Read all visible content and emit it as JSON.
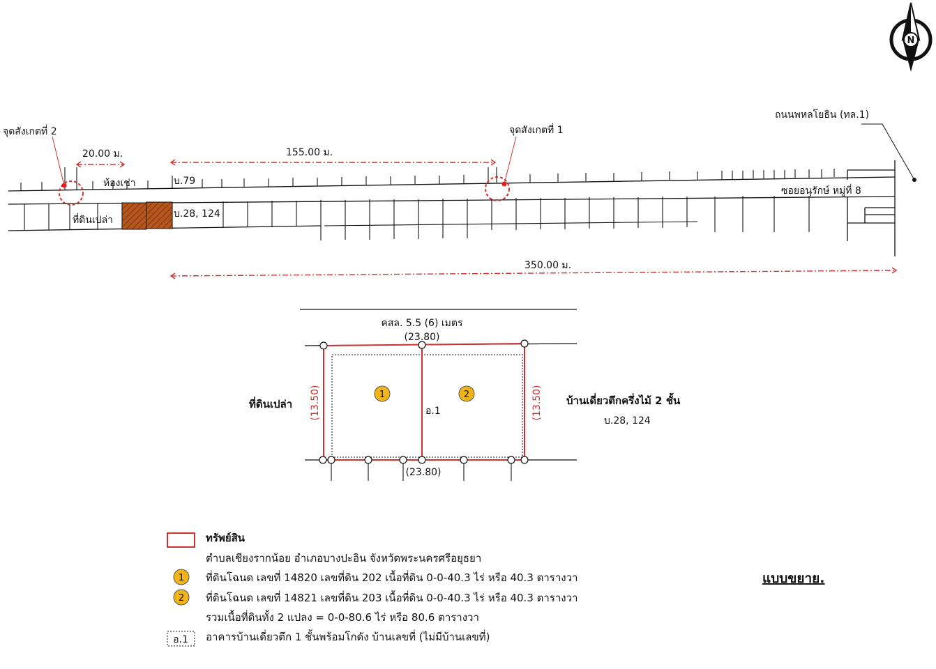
{
  "compass": {
    "letter": "N"
  },
  "road": {
    "highway": "ถนนพหลโยธิน (ทล.1)",
    "soi": "ซอยอนุรักษ์ หมู่ที่ 8"
  },
  "landmarks": {
    "point2": "จุดสังเกตที่ 2",
    "point1": "จุดสังเกตที่ 1"
  },
  "distances": {
    "d20": "20.00 ม.",
    "d155": "155.00 ม.",
    "d350": "350.00 ม."
  },
  "strip_labels": {
    "rental_room": "ห้องเช่า",
    "house_79": "บ.79",
    "vacant_land": "ที่ดินเปล่า",
    "house_28_124": "บ.28, 124"
  },
  "detail": {
    "road_label": "คสล. 5.5 (6) เมตร",
    "top_width": "(23.80)",
    "bottom_width": "(23.80)",
    "left_depth": "(13.50)",
    "right_depth": "(13.50)",
    "west_neighbor": "ที่ดินเปล่า",
    "east_neighbor": "บ้านเดี่ยวตึกครึ่งไม้ 2 ชั้น",
    "east_neighbor_no": "บ.28, 124",
    "building": "อ.1",
    "parcel1": "1",
    "parcel2": "2"
  },
  "legend": {
    "property": "ทรัพย์สิน",
    "location": "ตำบลเชียงรากน้อย อำเภอบางปะอิน จังหวัดพระนครศรีอยุธยา",
    "item1_no": "1",
    "item1": "ที่ดินโฉนด เลขที่ 14820 เลขที่ดิน 202 เนื้อที่ดิน 0-0-40.3 ไร่ หรือ 40.3 ตารางวา",
    "item2_no": "2",
    "item2": "ที่ดินโฉนด เลขที่ 14821 เลขที่ดิน 203 เนื้อที่ดิน 0-0-40.3 ไร่ หรือ 40.3 ตารางวา",
    "total": "รวมเนื้อที่ดินทั้ง 2 แปลง = 0-0-80.6 ไร่ หรือ 80.6 ตารางวา",
    "bldg_tag": "อ.1",
    "bldg_desc": "อาคารบ้านเดี่ยวตึก 1 ชั้นพร้อมโกดัง บ้านเลขที่ (ไม่มีบ้านเลขที่)"
  },
  "title": "แบบขยาย.",
  "colors": {
    "red": "#d0312d",
    "hatch": "#b5561e",
    "gold": "#f2b417"
  }
}
